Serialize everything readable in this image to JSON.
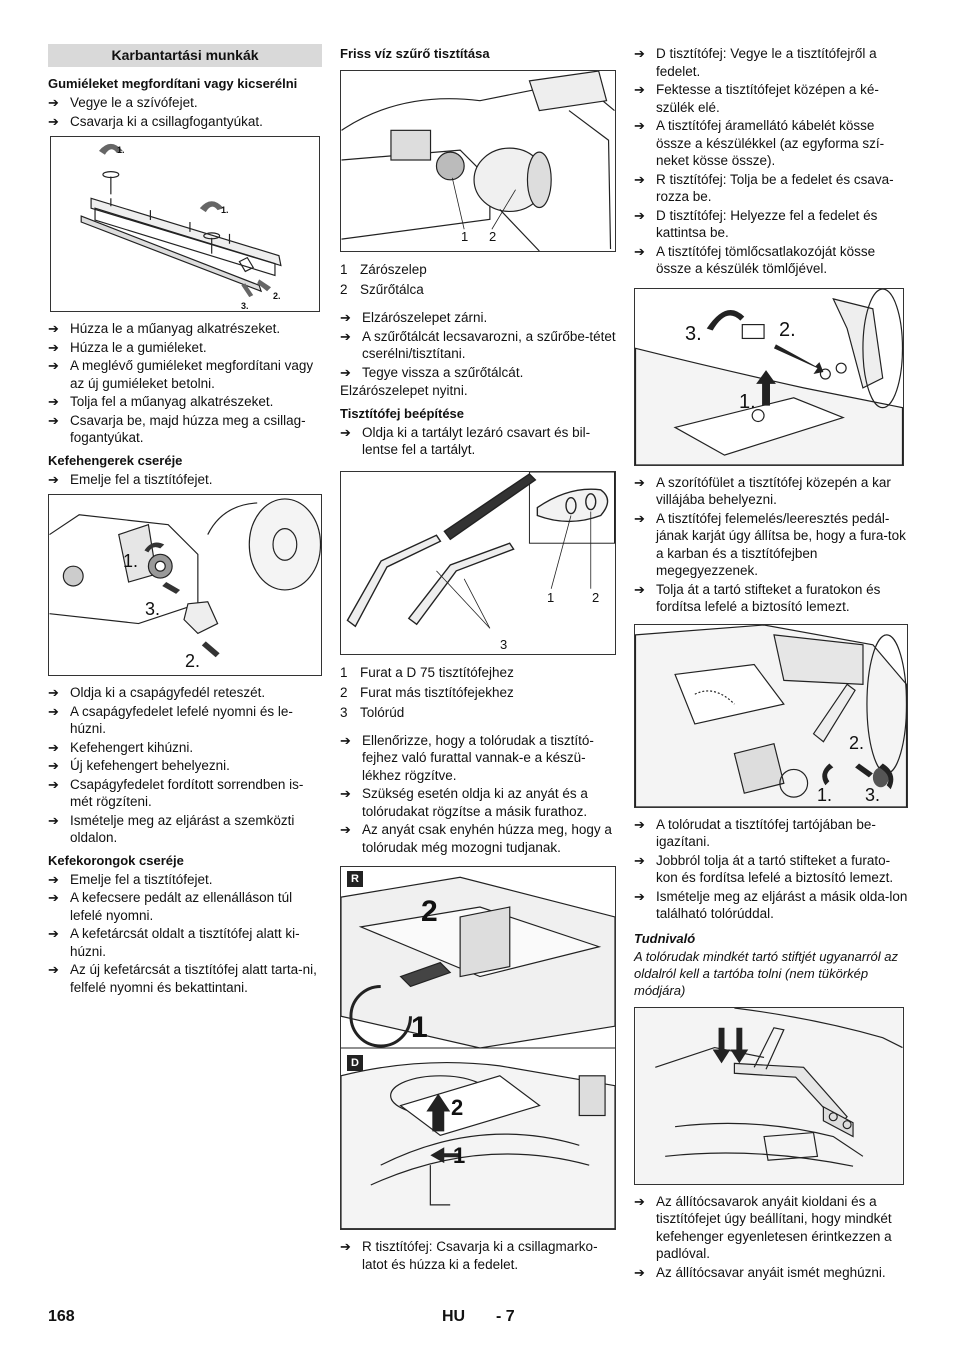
{
  "page": {
    "number": "168",
    "lang": "HU",
    "subpage": "- 7"
  },
  "col1": {
    "title": "Karbantartási munkák",
    "s1": {
      "heading": "Gumiéleket megfordítani vagy kicserélni",
      "pre": [
        "Vegye le a szívófejet.",
        "Csavarja ki a csillagfogantyúkat."
      ],
      "fig_labels": [
        "1.",
        "1.",
        "2.",
        "3."
      ],
      "post": [
        "Húzza le a műanyag alkatrészeket.",
        "Húzza le a gumiéleket.",
        "A meglévő gumiéleket megfordítani vagy az új gumiéleket betolni.",
        "Tolja fel a műanyag alkatrészeket.",
        "Csavarja be, majd húzza meg a csillag-fogantyúkat."
      ]
    },
    "s2": {
      "heading": "Kefehengerek cseréje",
      "pre": [
        "Emelje fel a tisztítófejet."
      ],
      "fig_labels": [
        "1.",
        "3.",
        "2."
      ],
      "post": [
        "Oldja ki a csapágyfedél reteszét.",
        "A csapágyfedelet lefelé nyomni és le-húzni.",
        "Kefehengert kihúzni.",
        "Új kefehengert behelyezni.",
        "Csapágyfedelet fordított sorrendben is-mét rögzíteni.",
        "Ismételje meg az eljárást a szemközti oldalon."
      ]
    },
    "s3": {
      "heading": "Kefekorongok cseréje",
      "steps": [
        "Emelje fel a tisztítófejet.",
        "A kefecsere pedált az ellenálláson túl lefelé nyomni.",
        "A kefetárcsát oldalt a tisztítófej alatt ki-húzni.",
        "Az új kefetárcsát a tisztítófej alatt tarta-ni, felfelé nyomni és bekattintani."
      ]
    }
  },
  "col2": {
    "s1": {
      "heading": "Friss víz szűrő tisztítása",
      "fig_labels": [
        "1",
        "2"
      ],
      "legend": [
        {
          "n": "1",
          "t": "Zárószelep"
        },
        {
          "n": "2",
          "t": "Szűrőtálca"
        }
      ],
      "steps": [
        "Elzárószelepet zárni.",
        "A szűrőtálcát lecsavarozni, a szűrőbe-tétet cserélni/tisztítani.",
        "Tegye vissza a szűrőtálcát."
      ],
      "after": "Elzárószelepet nyitni."
    },
    "s2": {
      "heading": "Tisztítófej beépítése",
      "pre": [
        "Oldja ki a tartályt lezáró csavart és bil-lentse fel a tartályt."
      ],
      "fig_labels": [
        "1",
        "2",
        "3"
      ],
      "legend": [
        {
          "n": "1",
          "t": "Furat a D 75 tisztítófejhez"
        },
        {
          "n": "2",
          "t": "Furat más tisztítófejekhez"
        },
        {
          "n": "3",
          "t": "Tolórúd"
        }
      ],
      "steps": [
        "Ellenőrizze, hogy a tolórudak a tisztító-fejhez való furattal vannak-e a készü-lékhez rögzítve.",
        "Szükség esetén oldja ki az anyát és a tolórudakat rögzítse a másik furathoz.",
        "Az anyát csak enyhén húzza meg, hogy a tolórudak még mozogni tudjanak."
      ],
      "fig_r_labels": [
        "R",
        "2",
        "1"
      ],
      "fig_d_labels": [
        "D",
        "2",
        "1"
      ],
      "post": [
        "R tisztítófej: Csavarja ki a csillagmarko-latot és húzza ki a fedelet."
      ]
    }
  },
  "col3": {
    "pre": [
      "D tisztítófej: Vegye le a tisztítófejről a fedelet.",
      "Fektesse a tisztítófejet középen a ké-szülék elé.",
      "A tisztítófej áramellátó kábelét kösse össze a készülékkel (az egyforma szí-neket kösse össze).",
      "R tisztítófej: Tolja be a fedelet és csava-rozza be.",
      "D tisztítófej: Helyezze fel a fedelet és kattintsa be.",
      "A tisztítófej tömlőcsatlakozóját kösse össze a készülék tömlőjével."
    ],
    "fig1_labels": [
      "3.",
      "2.",
      "1."
    ],
    "mid": [
      "A szorítófület a tisztítófej közepén a kar villájába behelyezni.",
      "A tisztítófej felemelés/leeresztés pedál-jának karját úgy állítsa be, hogy a fura-tok a karban és a tisztítófejben megegyezzenek.",
      "Tolja át a tartó stifteket a furatokon és fordítsa lefelé a biztosító lemezt."
    ],
    "fig2_labels": [
      "2.",
      "1.",
      "3."
    ],
    "post": [
      "A tolórudat a tisztítófej tartójában be-igazítani.",
      "Jobbról tolja át a tartó stifteket a furato-kon és fordítsa lefelé a biztosító lemezt.",
      "Ismételje meg az eljárást a másik olda-lon található tolórúddal."
    ],
    "note_heading": "Tudnivaló",
    "note": "A tolórudak mindkét tartó stiftjét ugyanarról az oldalról kell a tartóba tolni (nem tükörkép módjára)",
    "final": [
      "Az állítócsavarok anyáit kioldani és a tisztítófejet úgy beállítani, hogy mindkét kefehenger egyenletesen érintkezzen a padlóval.",
      "Az állítócsavar anyáit ismét meghúzni."
    ]
  }
}
